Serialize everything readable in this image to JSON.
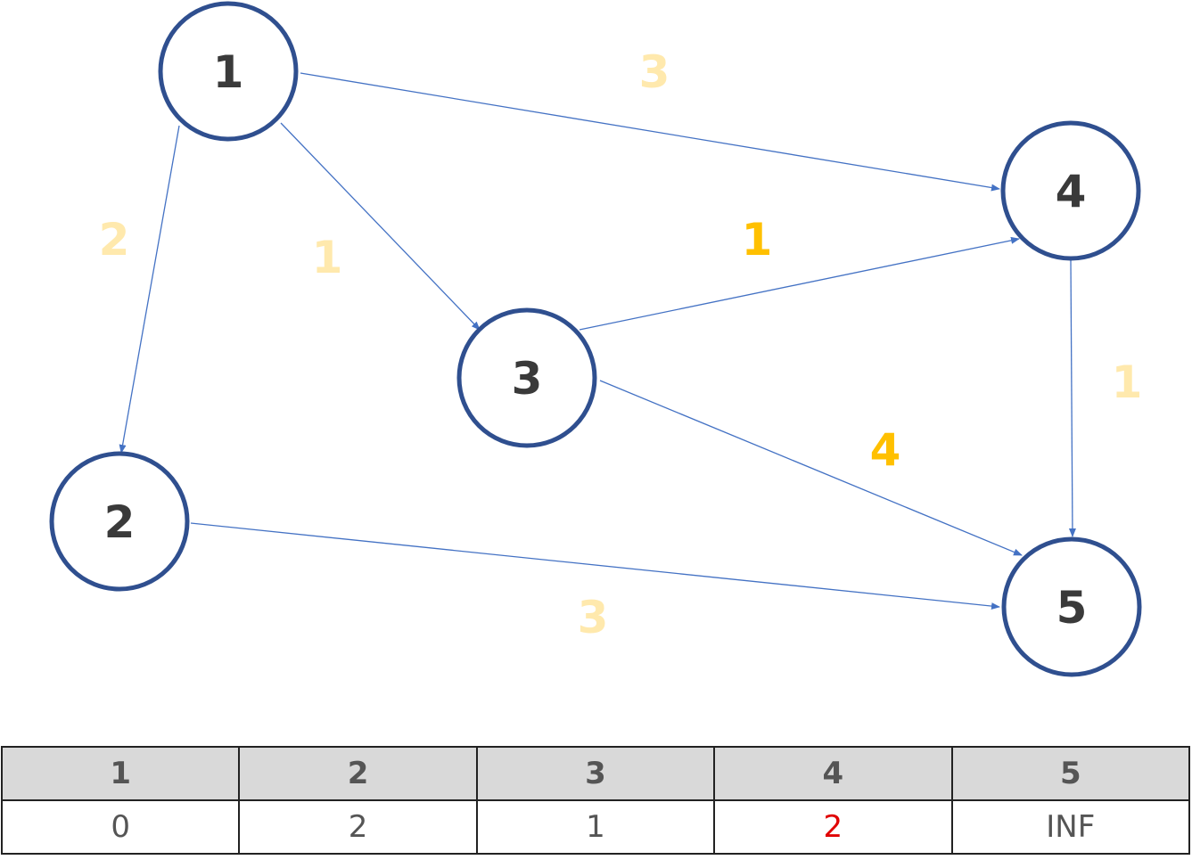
{
  "colors": {
    "node_stroke": "#2f4f8f",
    "edge": "#4472c4",
    "weight_faded": "#ffe9ad",
    "weight_active": "#ffc000",
    "highlight_value": "#e00000"
  },
  "nodes": [
    {
      "id": "1",
      "label": "1"
    },
    {
      "id": "2",
      "label": "2"
    },
    {
      "id": "3",
      "label": "3"
    },
    {
      "id": "4",
      "label": "4"
    },
    {
      "id": "5",
      "label": "5"
    }
  ],
  "edges": [
    {
      "from": "1",
      "to": "4",
      "weight": "3",
      "active": false
    },
    {
      "from": "1",
      "to": "2",
      "weight": "2",
      "active": false
    },
    {
      "from": "1",
      "to": "3",
      "weight": "1",
      "active": false
    },
    {
      "from": "3",
      "to": "4",
      "weight": "1",
      "active": true
    },
    {
      "from": "3",
      "to": "5",
      "weight": "4",
      "active": true
    },
    {
      "from": "4",
      "to": "5",
      "weight": "1",
      "active": false
    },
    {
      "from": "2",
      "to": "5",
      "weight": "3",
      "active": false
    }
  ],
  "table": {
    "headers": [
      "1",
      "2",
      "3",
      "4",
      "5"
    ],
    "values": [
      "0",
      "2",
      "1",
      "2",
      "INF"
    ],
    "highlight_index": 3
  }
}
